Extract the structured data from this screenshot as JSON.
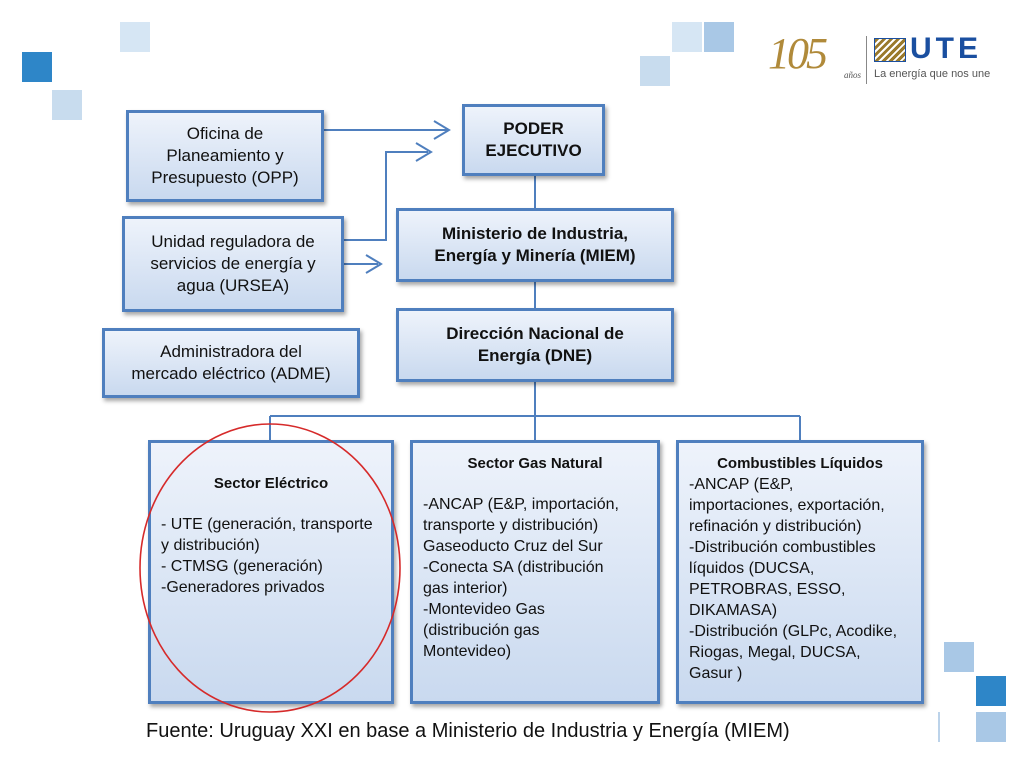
{
  "header": {
    "anniversary_number": "105",
    "anniversary_suffix": "años",
    "brand_name": "UTE",
    "brand_tagline": "La energía que nos une",
    "accent_color": "#2e86c8",
    "square_light": "#a9c8e6",
    "square_dark": "#2e86c8"
  },
  "boxes": {
    "poder_ejecutivo": [
      "PODER",
      "EJECUTIVO"
    ],
    "opp": [
      "Oficina de",
      "Planeamiento y",
      "Presupuesto (OPP)"
    ],
    "ursea": [
      "Unidad reguladora de",
      "servicios de energía y",
      "agua (URSEA)"
    ],
    "miem": [
      "Ministerio de Industria,",
      "Energía y Minería (MIEM)"
    ],
    "dne": [
      "Dirección Nacional  de",
      "Energía (DNE)"
    ],
    "adme": [
      "Administradora del",
      "mercado eléctrico (ADME)"
    ]
  },
  "sectors": {
    "electrico": {
      "title": "Sector Eléctrico",
      "lines": [
        " - UTE (generación, transporte",
        "y distribución)",
        "- CTMSG (generación)",
        "-Generadores privados"
      ]
    },
    "gas": {
      "title": "Sector Gas Natural",
      "lines": [
        "-ANCAP (E&P, importación,",
        "transporte y distribución)",
        "Gaseoducto Cruz del Sur",
        "-Conecta SA (distribución",
        "gas interior)",
        "-Montevideo Gas",
        "(distribución gas",
        "Montevideo)"
      ]
    },
    "liquidos": {
      "title": "Combustibles Líquidos",
      "lines": [
        "-ANCAP (E&P,",
        "importaciones, exportación,",
        "refinación y distribución)",
        "-Distribución combustibles",
        "líquidos (DUCSA,",
        "PETROBRAS, ESSO,",
        "DIKAMASA)",
        "-Distribución (GLPc, Acodike,",
        "Riogas, Megal, DUCSA,",
        "Gasur )"
      ]
    }
  },
  "source_note": "Fuente: Uruguay XXI en base a Ministerio de Industria y Energía (MIEM)",
  "highlight_color": "#d62a2a",
  "box_border_color": "#4f7fbe"
}
